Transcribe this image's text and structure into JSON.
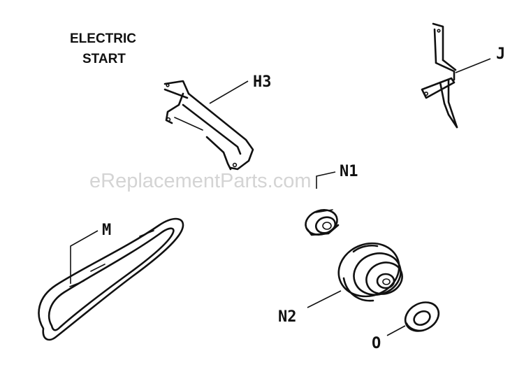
{
  "heading": {
    "line1": "ELECTRIC",
    "line2": "START"
  },
  "watermark": "eReplacementParts.com",
  "parts": [
    {
      "id": "H3",
      "label": "H3",
      "icon": "bracket-icon"
    },
    {
      "id": "J",
      "label": "J",
      "icon": "tine-icon"
    },
    {
      "id": "N1",
      "label": "N1",
      "icon": "small-pulley-icon"
    },
    {
      "id": "M",
      "label": "M",
      "icon": "belt-icon"
    },
    {
      "id": "N2",
      "label": "N2",
      "icon": "double-pulley-icon"
    },
    {
      "id": "O",
      "label": "O",
      "icon": "washer-icon"
    }
  ],
  "colors": {
    "ink": "#111111",
    "watermark": "#d4d4d4",
    "background": "#ffffff"
  }
}
